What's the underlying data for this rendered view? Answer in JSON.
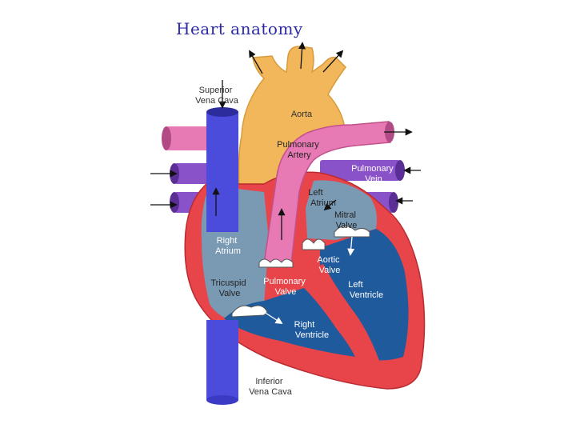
{
  "title": "Heart anatomy",
  "colors": {
    "aorta": "#f2b75a",
    "pulmonary_artery": "#e77ab4",
    "pulmonary_vein": "#8a52c8",
    "vena_cava": "#4b4bdc",
    "right_side_blood": "#7a9ab4",
    "left_side_blood": "#1f5a9c",
    "muscle": "#e8454a",
    "valve": "#ffffff"
  },
  "labels": {
    "superior_vena_cava": [
      "Superior",
      "Vena Cava"
    ],
    "aorta": [
      "Aorta"
    ],
    "pulmonary_artery": [
      "Pulmonary",
      "Artery"
    ],
    "pulmonary_vein": [
      "Pulmonary",
      "Vein"
    ],
    "left_atrium": [
      "Left",
      "Atrium"
    ],
    "mitral_valve": [
      "Mitral",
      "Valve"
    ],
    "right_atrium": [
      "Right",
      "Atrium"
    ],
    "aortic_valve": [
      "Aortic",
      "Valve"
    ],
    "pulmonary_valve": [
      "Pulmonary",
      "Valve"
    ],
    "left_ventricle": [
      "Left",
      "Ventricle"
    ],
    "tricuspid_valve": [
      "Tricuspid",
      "Valve"
    ],
    "right_ventricle": [
      "Right",
      "Ventricle"
    ],
    "inferior_vena_cava": [
      "Inferior",
      "Vena Cava"
    ]
  }
}
